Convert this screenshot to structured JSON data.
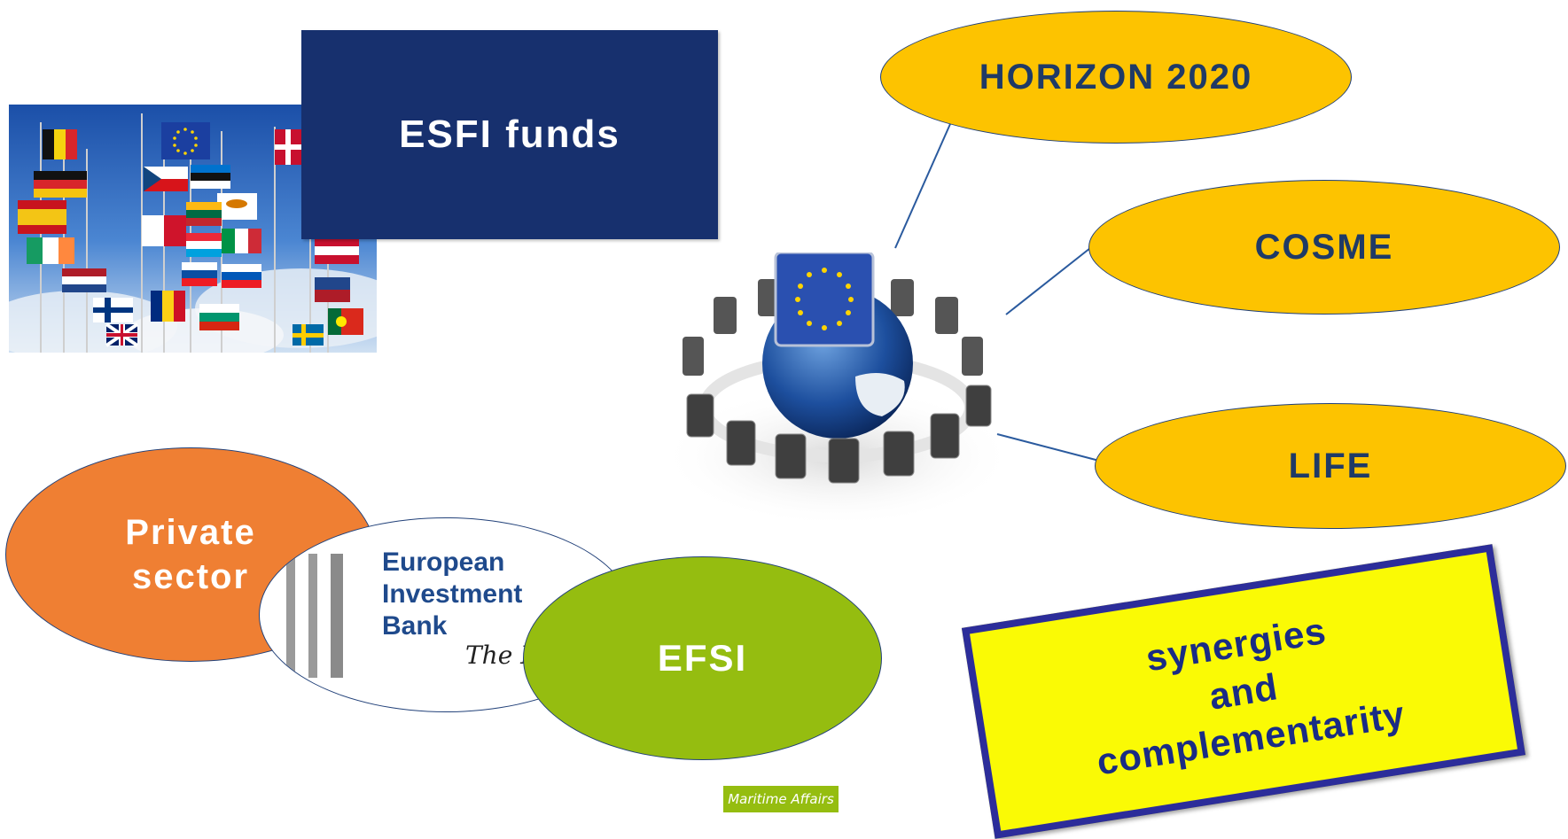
{
  "esfi_box": {
    "label": "ESFI funds"
  },
  "programmes": [
    {
      "label": "HORIZON 2020"
    },
    {
      "label": "COSME"
    },
    {
      "label": "LIFE"
    }
  ],
  "private_sector": {
    "line1": "Private",
    "line2": "sector"
  },
  "eib_logo": {
    "line1": "European",
    "line2": "Investment",
    "line3": "Bank",
    "tagline": "The E"
  },
  "efsi": {
    "label": "EFSI"
  },
  "synergies": {
    "line1": "synergies",
    "line2": "and",
    "line3": "complementarity"
  },
  "footer": {
    "tag": "Maritime Affairs"
  },
  "colors": {
    "navy": "#17306e",
    "programme_yellow": "#fdc300",
    "private_orange": "#ef7f33",
    "efsi_green": "#95bd10",
    "synergies_yellow": "#fafa05",
    "synergies_border": "#2c2d9a"
  }
}
